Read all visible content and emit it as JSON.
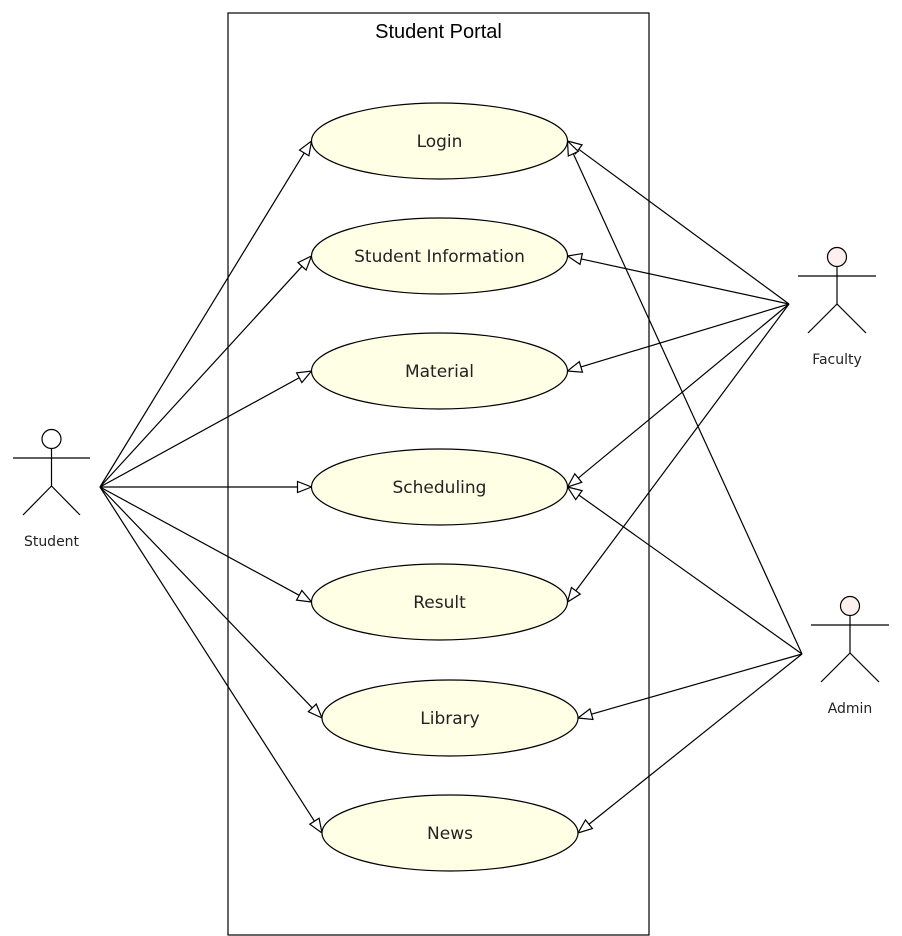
{
  "system": {
    "title": "Student Portal"
  },
  "colors": {
    "usecase_fill": "#ffffe6",
    "student_head": "#ffffff",
    "faculty_head": "#fff0f0",
    "admin_head": "#fff0f0",
    "line": "#000000"
  },
  "actors": {
    "student": {
      "label": "Student"
    },
    "faculty": {
      "label": "Faculty"
    },
    "admin": {
      "label": "Admin"
    }
  },
  "usecases": {
    "login": {
      "label": "Login"
    },
    "student_information": {
      "label": "Student Information"
    },
    "material": {
      "label": "Material"
    },
    "scheduling": {
      "label": "Scheduling"
    },
    "result": {
      "label": "Result"
    },
    "library": {
      "label": "Library"
    },
    "news": {
      "label": "News"
    }
  },
  "associations": [
    {
      "from": "student",
      "to": "login"
    },
    {
      "from": "student",
      "to": "student_information"
    },
    {
      "from": "student",
      "to": "material"
    },
    {
      "from": "student",
      "to": "scheduling"
    },
    {
      "from": "student",
      "to": "result"
    },
    {
      "from": "student",
      "to": "library"
    },
    {
      "from": "student",
      "to": "news"
    },
    {
      "from": "faculty",
      "to": "login"
    },
    {
      "from": "faculty",
      "to": "student_information"
    },
    {
      "from": "faculty",
      "to": "material"
    },
    {
      "from": "faculty",
      "to": "scheduling"
    },
    {
      "from": "faculty",
      "to": "result"
    },
    {
      "from": "admin",
      "to": "login"
    },
    {
      "from": "admin",
      "to": "scheduling"
    },
    {
      "from": "admin",
      "to": "library"
    },
    {
      "from": "admin",
      "to": "news"
    }
  ]
}
